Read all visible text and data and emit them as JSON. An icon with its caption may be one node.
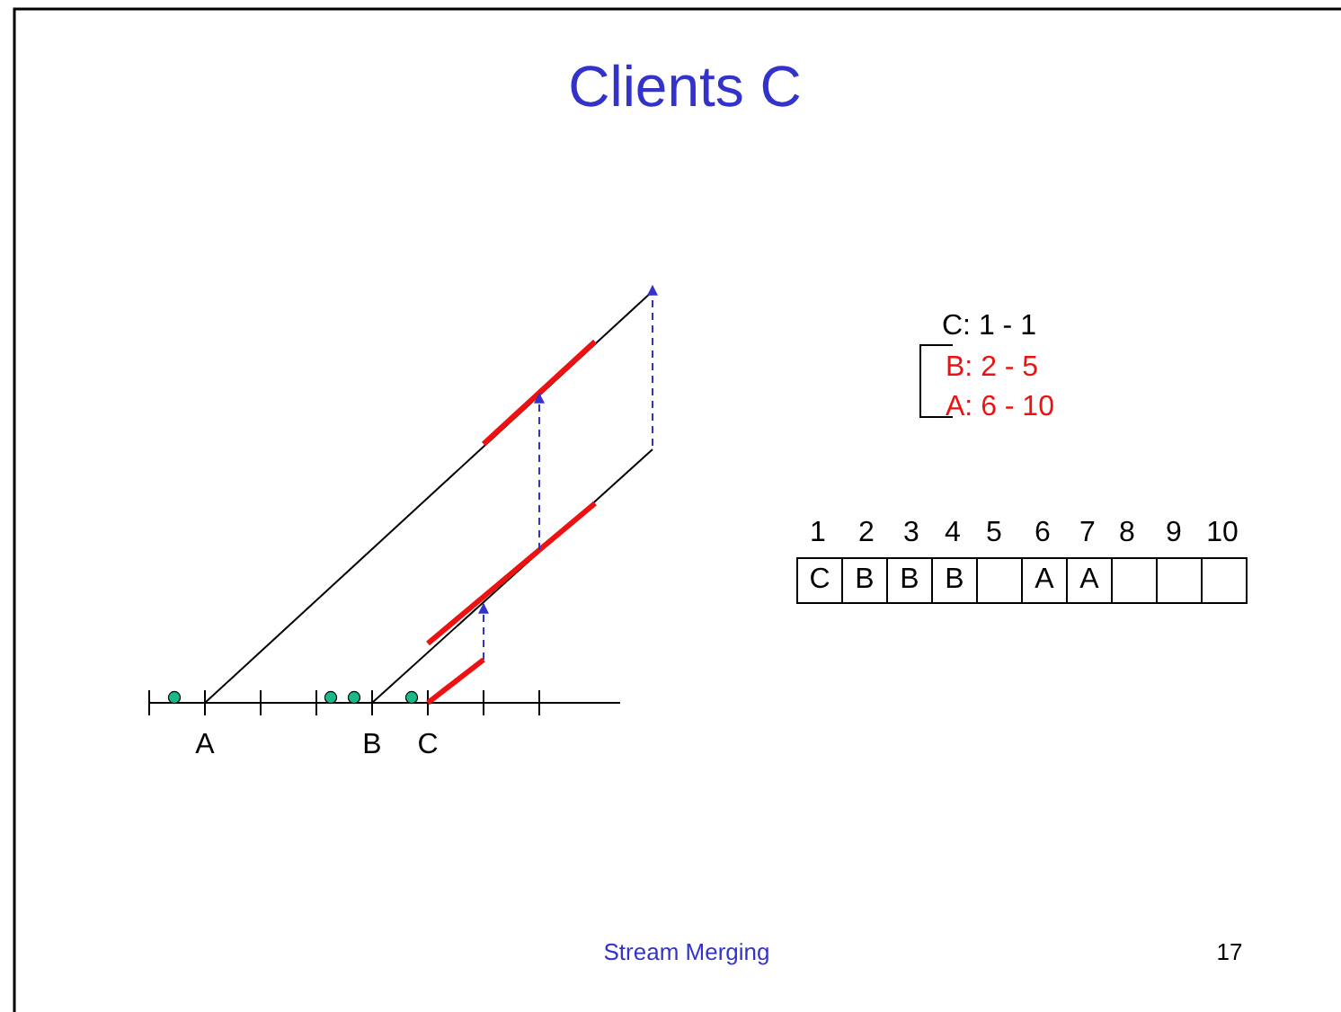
{
  "diagram": {
    "title": "Clients C",
    "labels": [
      "C: 1 - 1",
      "B: 2 - 5",
      "A: 6 - 10",
      "1",
      "2",
      "3",
      "4",
      "5",
      "6",
      "7",
      "8",
      "9",
      "10",
      "C",
      "B",
      "B",
      "B",
      "A",
      "A",
      "A",
      "B",
      "C",
      "Stream Merging",
      "17"
    ]
  }
}
